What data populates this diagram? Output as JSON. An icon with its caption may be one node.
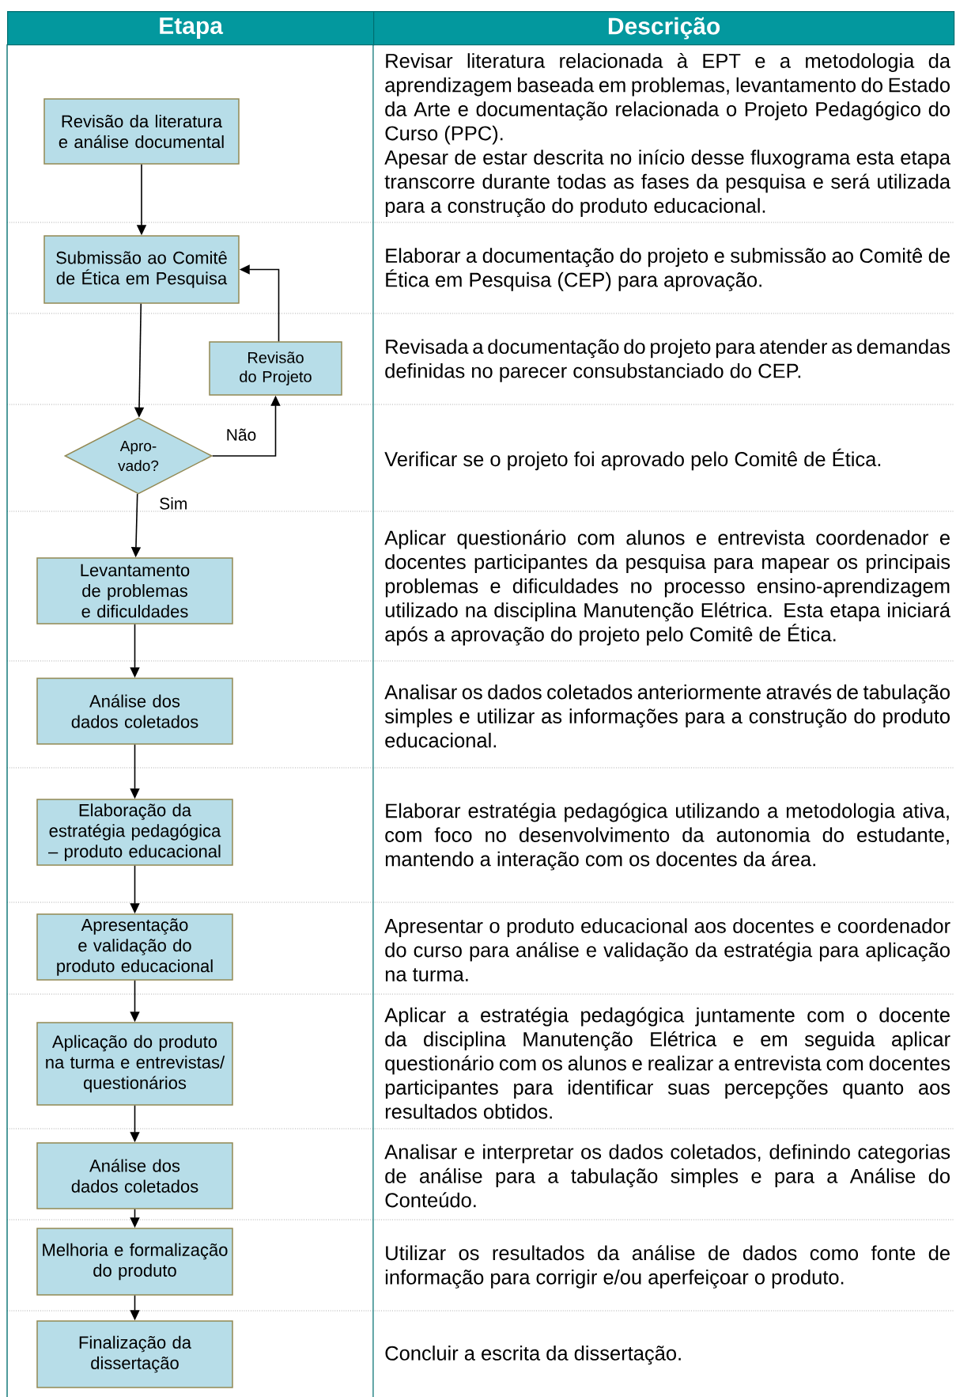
{
  "diagram": {
    "nodes": [
      {
        "text": [
          "Revisão da literatura e análise documental"
        ]
      },
      {
        "text": [
          "Submissão ao Comitê de Ética em Pesquisa"
        ]
      },
      {
        "text": [
          "Revisão do Projeto"
        ]
      },
      {
        "text": [
          "Apro- vado?"
        ]
      },
      {
        "text": [
          "Levantamento de problemas e dificuldades"
        ]
      },
      {
        "text": [
          "Análise dos dados coletados"
        ]
      },
      {
        "text": [
          "Elaboração da estratégia pedagógica – produto educacional"
        ]
      },
      {
        "text": [
          "Apresentação e validação do produto educacional"
        ]
      },
      {
        "text": [
          "Aplicação do produto na turma e entrevistas/ questionários"
        ]
      },
      {
        "text": [
          "Análise dos dados coletados"
        ]
      },
      {
        "text": [
          "Melhoria e formalização do produto"
        ]
      },
      {
        "text": [
          "Finalização da dissertação"
        ]
      }
    ],
    "edges": [
      {
        "from": 0,
        "to": 1,
        "arrow": "to"
      },
      {
        "from": 1,
        "to": 3,
        "arrow": "to"
      },
      {
        "from": 3,
        "to": 2,
        "arrow": "to",
        "label": "Não"
      },
      {
        "from": 2,
        "to": 1,
        "arrow": "to"
      },
      {
        "from": 3,
        "to": 4,
        "arrow": "to",
        "label": "Sim"
      },
      {
        "from": 4,
        "to": 5,
        "arrow": "to"
      },
      {
        "from": 5,
        "to": 6,
        "arrow": "to"
      },
      {
        "from": 6,
        "to": 7,
        "arrow": "to"
      },
      {
        "from": 7,
        "to": 8,
        "arrow": "to"
      },
      {
        "from": 8,
        "to": 9,
        "arrow": "to"
      },
      {
        "from": 9,
        "to": 10,
        "arrow": "to"
      },
      {
        "from": 10,
        "to": 11,
        "arrow": "to"
      }
    ],
    "labels": [
      "Etapa",
      "Descrição",
      "Revisar literatura relacionada à EPT e a metodologia da aprendizagem baseada em problemas, levantamento do Estado da Arte e documentação relacionada o Projeto Pedagógico do Curso (PPC).",
      "Apesar de estar descrita no início desse fluxograma esta etapa transcorre durante todas as fases da pesquisa e será utilizada para a construção do produto educacional.",
      "Elaborar a documentação do projeto e submissão ao Comitê de Ética em Pesquisa (CEP) para aprovação.",
      "Revisada a documentação do projeto para atender as demandas definidas no parecer consubstanciado do CEP.",
      "Verificar se o projeto foi aprovado pelo Comitê de Ética.",
      "Aplicar questionário com alunos e entrevista coordenador e docentes participantes da pesquisa para mapear os principais problemas e dificuldades no processo ensino-aprendizagem utilizado na disciplina Manutenção Elétrica. Esta etapa iniciará após a aprovação do projeto pelo Comitê de Ética.",
      "Analisar os dados coletados anteriormente através de tabulação simples e utilizar as informações para a construção do produto educacional.",
      "Elaborar estratégia pedagógica utilizando a metodologia ativa, com foco no desenvolvimento da autonomia do estudante, mantendo a interação com os docentes da área.",
      "Apresentar o produto educacional aos docentes e coordenador do curso para análise e validação da estratégia para aplicação na turma.",
      "Aplicar a estratégia pedagógica juntamente com o docente da disciplina Manutenção Elétrica e em seguida aplicar questionário com os alunos e realizar a entrevista com docentes participantes para identificar suas percepções quanto aos resultados obtidos.",
      "Analisar e interpretar os dados coletados, definindo categorias de análise para a tabulação simples e para a Análise do Conteúdo.",
      "Utilizar os resultados da análise de dados como fonte de informação para corrigir e/ou aperfeiçoar o produto.",
      "Concluir a escrita da dissertação."
    ]
  }
}
